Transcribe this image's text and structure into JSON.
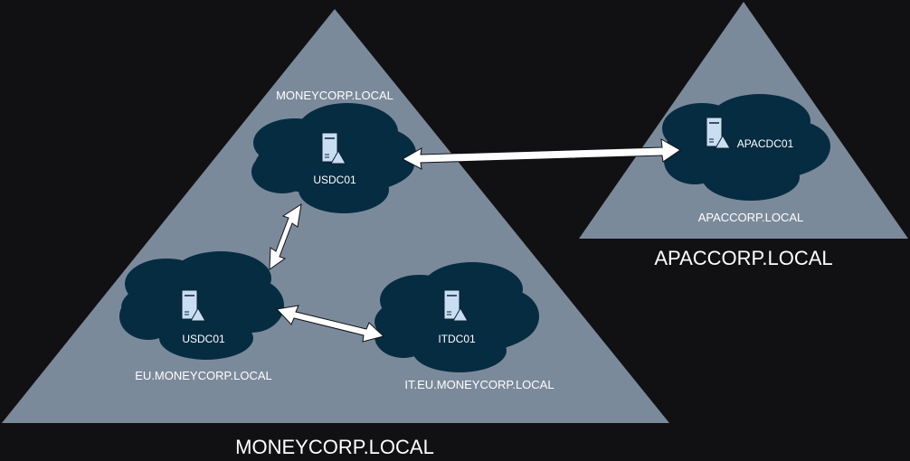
{
  "forests": {
    "moneycorp": {
      "label": "MONEYCORP.LOCAL",
      "domain_label": "MONEYCORP.LOCAL"
    },
    "apaccorp": {
      "label": "APACCORP.LOCAL",
      "domain_label": "APACCORP.LOCAL"
    }
  },
  "domains": {
    "eu": {
      "label": "EU.MONEYCORP.LOCAL"
    },
    "it": {
      "label": "IT.EU.MONEYCORP.LOCAL"
    }
  },
  "nodes": {
    "root_dc": {
      "label": "USDC01",
      "icon": "server-icon"
    },
    "eu_dc": {
      "label": "USDC01",
      "icon": "server-icon"
    },
    "it_dc": {
      "label": "ITDC01",
      "icon": "server-icon"
    },
    "apac_dc": {
      "label": "APACDC01",
      "icon": "server-icon"
    }
  },
  "colors": {
    "background": "#111113",
    "triangle": "#7b8a9b",
    "cloud": "#062c42",
    "arrow": "#ffffff",
    "server": "#c9ddf3"
  }
}
